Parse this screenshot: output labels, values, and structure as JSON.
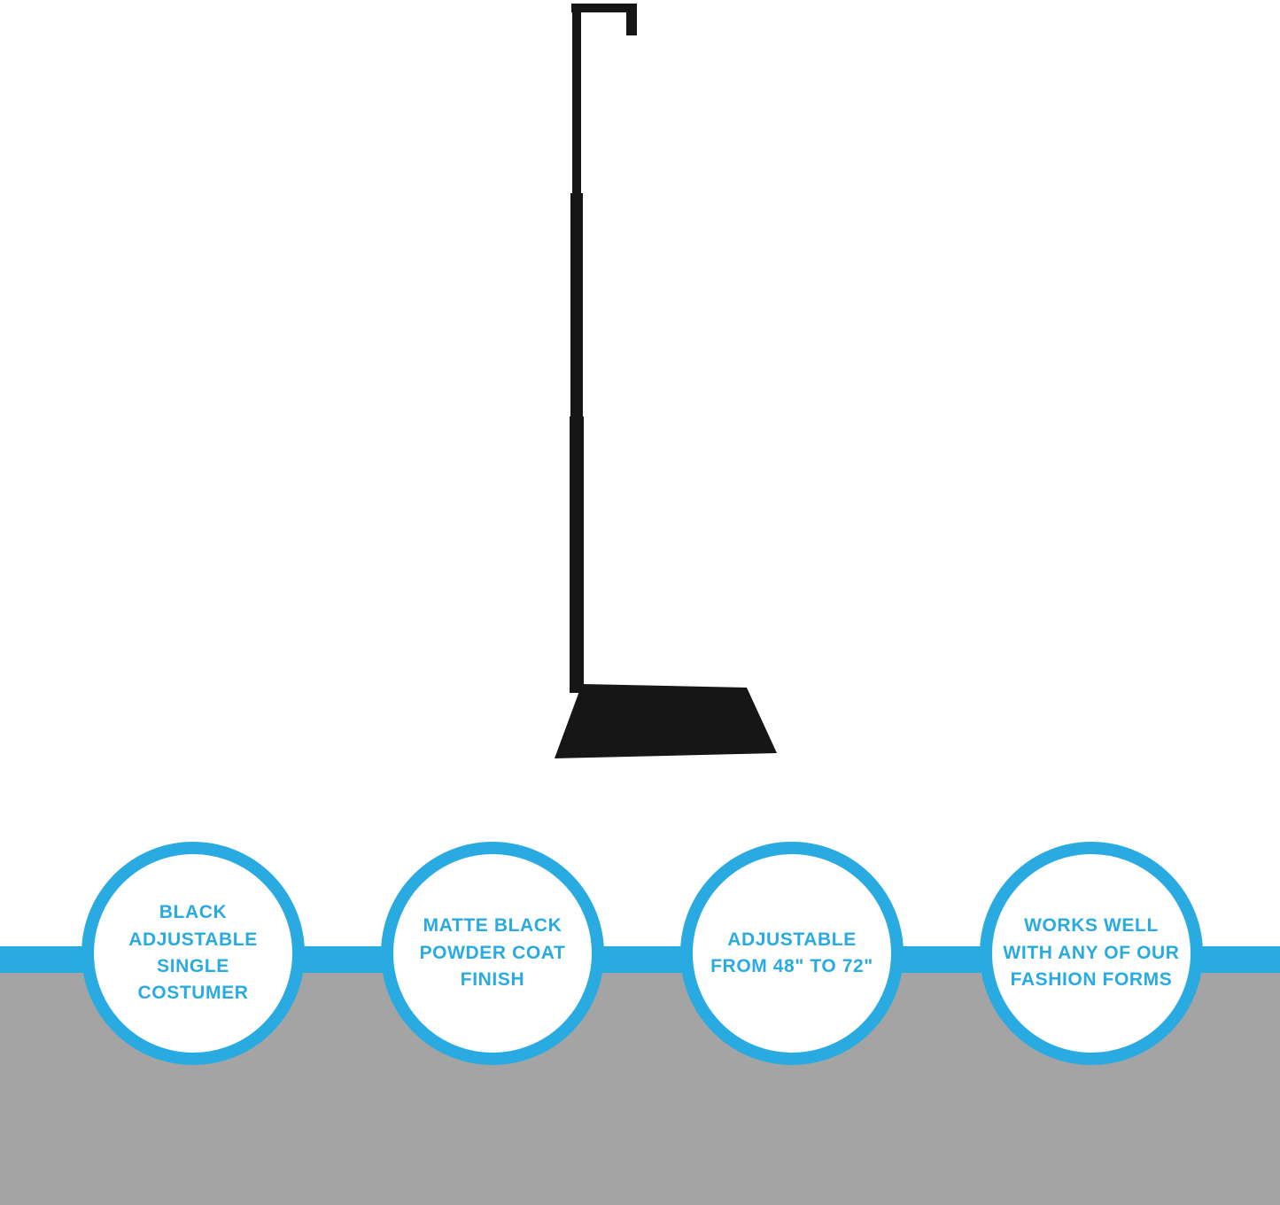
{
  "colors": {
    "accent": "#29ABE2",
    "gray_band": "#A4A4A4",
    "stand": "#161616",
    "background": "#FFFFFF"
  },
  "product_image": {
    "alt": "Black adjustable single costumer stand with hook arm and rectangular base"
  },
  "features": {
    "items": [
      {
        "label": "BLACK\nADJUSTABLE\nSINGLE COSTUMER"
      },
      {
        "label": "MATTE BLACK\nPOWDER COAT\nFINISH"
      },
      {
        "label": "ADJUSTABLE\nFROM 48\" TO 72\""
      },
      {
        "label": "WORKS WELL\nWITH ANY OF OUR\nFASHION FORMS"
      }
    ]
  }
}
